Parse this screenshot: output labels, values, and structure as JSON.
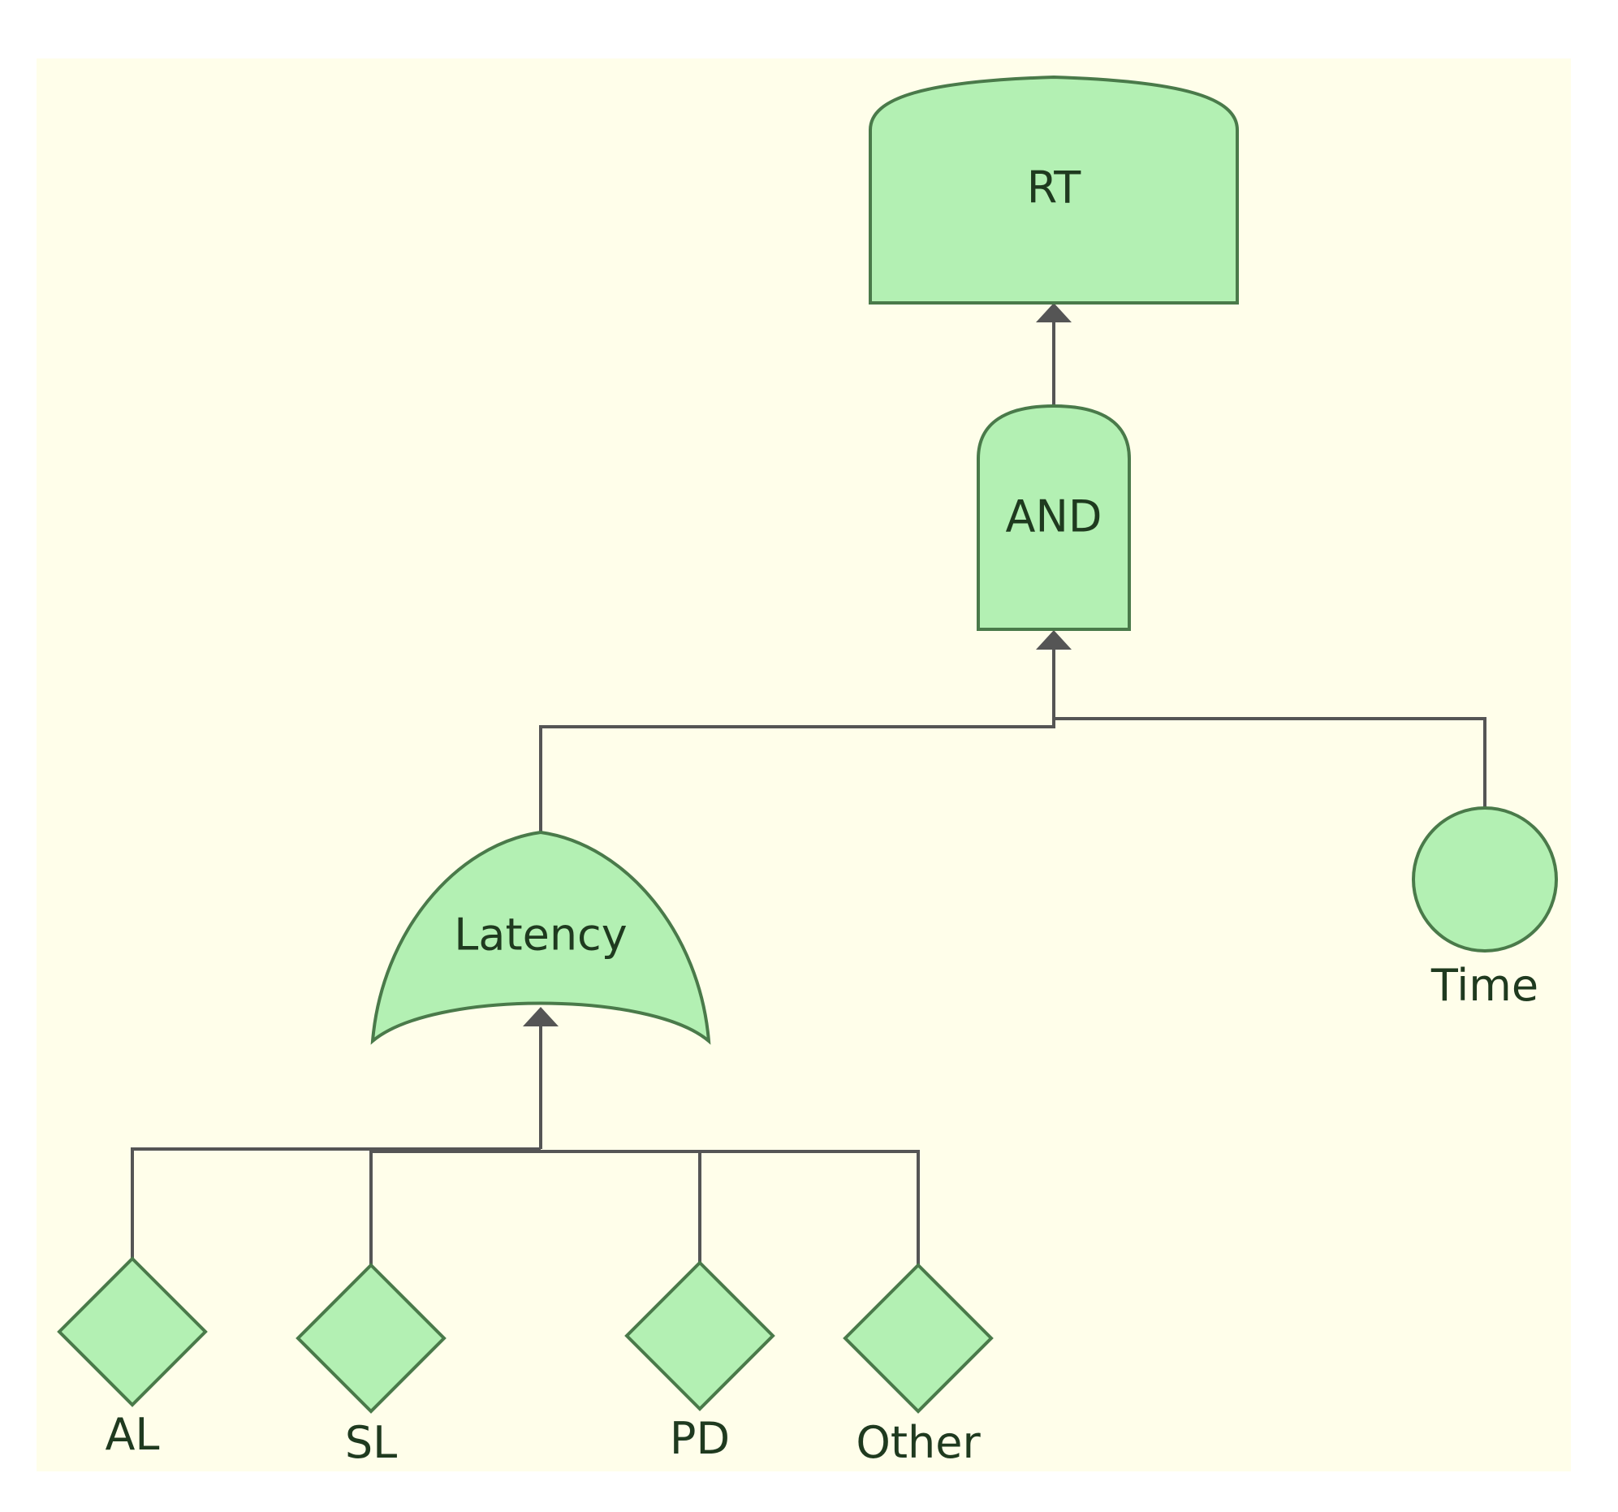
{
  "diagram": {
    "background": "#fffeea",
    "node_fill": "#b3f0b3",
    "node_stroke": "#4a7a4a",
    "edge_color": "#555555",
    "nodes": {
      "rt": {
        "label": "RT",
        "kind": "top-event"
      },
      "and": {
        "label": "AND",
        "kind": "and-gate"
      },
      "latency": {
        "label": "Latency",
        "kind": "or-gate"
      },
      "time": {
        "label": "Time",
        "kind": "basic-event"
      },
      "al": {
        "label": "AL",
        "kind": "undeveloped-event"
      },
      "sl": {
        "label": "SL",
        "kind": "undeveloped-event"
      },
      "pd": {
        "label": "PD",
        "kind": "undeveloped-event"
      },
      "other": {
        "label": "Other",
        "kind": "undeveloped-event"
      }
    },
    "edges": [
      {
        "from": "and",
        "to": "rt"
      },
      {
        "from": "latency",
        "to": "and"
      },
      {
        "from": "time",
        "to": "and"
      },
      {
        "from": "al",
        "to": "latency"
      },
      {
        "from": "sl",
        "to": "latency"
      },
      {
        "from": "pd",
        "to": "latency"
      },
      {
        "from": "other",
        "to": "latency"
      }
    ]
  }
}
